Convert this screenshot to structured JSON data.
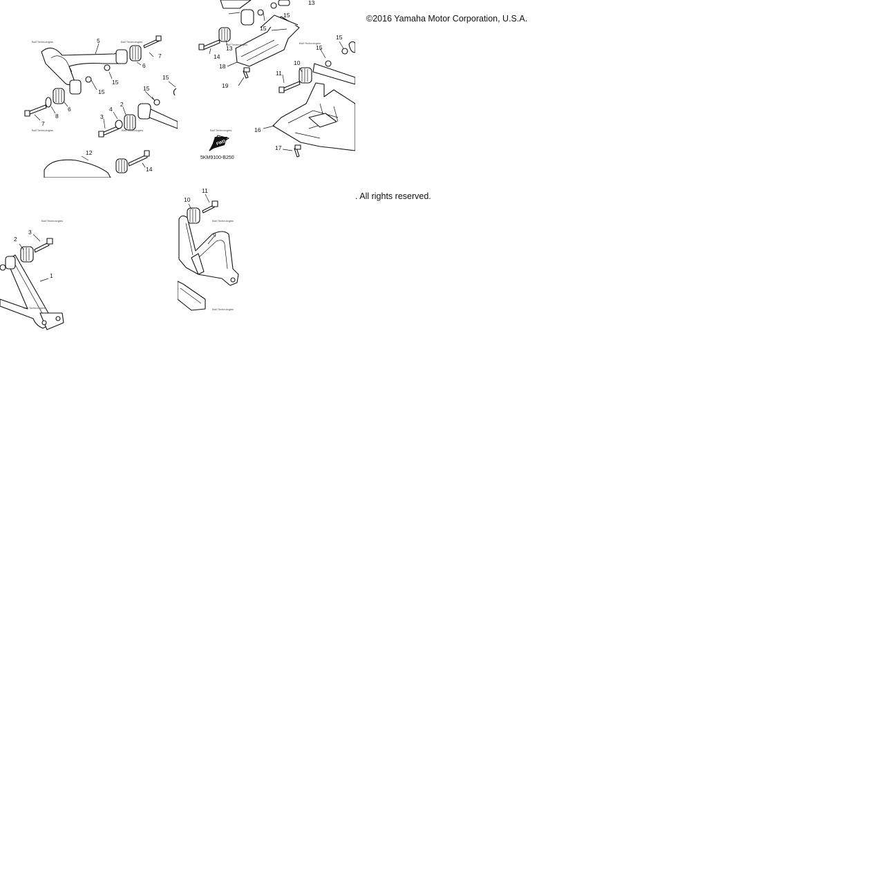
{
  "copyright": {
    "line1": "©2016 Yamaha Motor Corporation, U.S.A.",
    "line2": ". All rights reserved."
  },
  "diagram_code": "5KM9100-B250",
  "fwd_label": "FWD",
  "stamp_text": "Ball Technologies",
  "callouts": {
    "t1": [
      "5",
      "7",
      "6",
      "15",
      "15",
      "6",
      "8",
      "7",
      "15",
      "4",
      "2",
      "3",
      "15",
      "12",
      "14"
    ],
    "t2": [
      "13",
      "15",
      "13",
      "14",
      "18",
      "15",
      "19",
      "15",
      "10",
      "11",
      "15",
      "16",
      "17"
    ],
    "t3": [
      "3",
      "2",
      "1"
    ],
    "t4": [
      "11",
      "10",
      "9"
    ]
  }
}
